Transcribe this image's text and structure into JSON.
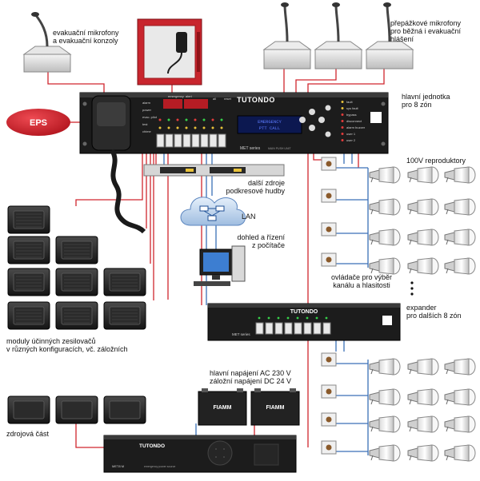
{
  "brand": {
    "name": "TUTONDO",
    "series": "MET series",
    "main_model": "MAIN PUSH UNIT",
    "power_model": "MET8 M",
    "power_caption": "emergency power source"
  },
  "eps_label": "EPS",
  "display_text": [
    "EMERGENCY",
    "PTT CALL"
  ],
  "front_panel": {
    "left_labels": [
      "alarm",
      "power",
      "evac. pilot",
      "test",
      "chime"
    ],
    "right_labels": [
      "fault",
      "sys fault",
      "bypass",
      "disconnect",
      "alarm buzzer",
      "user 1",
      "user 2"
    ],
    "top_labels": [
      "emergency",
      "alert",
      "all",
      "reset"
    ]
  },
  "labels": {
    "console": [
      "evakuační mikrofony",
      "a evakuační konzoly"
    ],
    "paging_mics": [
      "přepážkové mikrofony",
      "pro běžná i evakuační",
      "hlášení"
    ],
    "main_unit": [
      "hlavní jednotka",
      "pro 8 zón"
    ],
    "speakers": [
      "100V reproduktory"
    ],
    "music_sources": [
      "další zdroje",
      "podkresové hudby"
    ],
    "lan": [
      "LAN"
    ],
    "pc_control": [
      "dohled a řízení",
      "z počítače"
    ],
    "volume_controls": [
      "ovládače pro výběr",
      "kanálu a hlasitosti"
    ],
    "expander": [
      "expander",
      "pro dalších 8 zón"
    ],
    "amp_modules": [
      "moduly účinných zesilovačů",
      "v různých konfiguracích, vč. záložních"
    ],
    "power_supply": [
      "hlavní napájení AC 230 V",
      "záložní napájení DC 24 V"
    ],
    "source_part": [
      "zdrojová část"
    ]
  },
  "battery_brand": "FIAMM",
  "colors": {
    "eps_red": "#d01f2a",
    "cabinet_red": "#c8252d",
    "link_red": "#d0262e",
    "link_blue": "#3a6fb7",
    "rack_dark": "#1c1c1c"
  }
}
